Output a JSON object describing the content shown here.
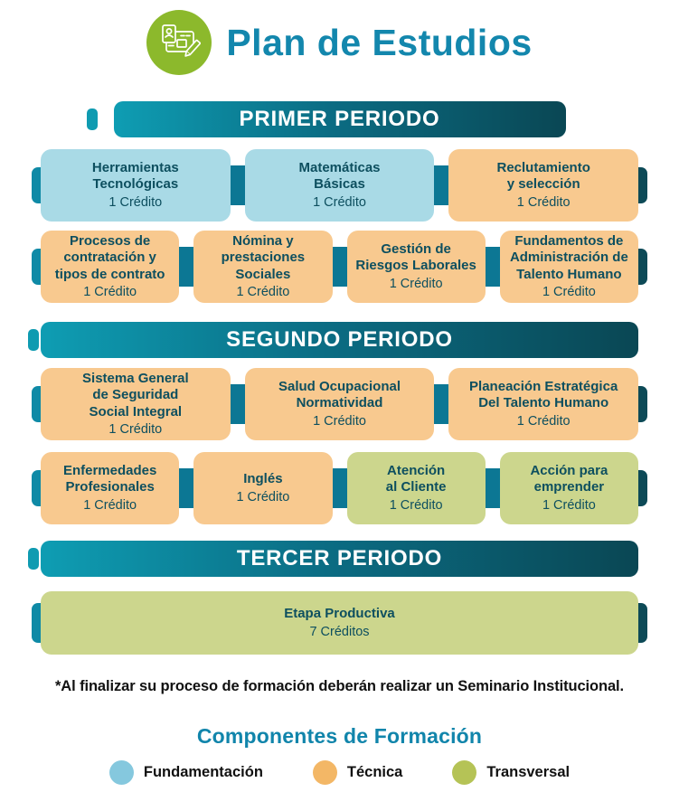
{
  "header": {
    "title": "Plan de Estudios",
    "icon": "study-plan-clipboard-pencil-icon"
  },
  "colors": {
    "accent_teal": "#1387ad",
    "banner_gradient_start": "#0e9db3",
    "banner_gradient_end": "#0a4754",
    "course_text": "#0d4f5f",
    "connector": "#0c7794",
    "edge_tab_left": "#0f8aa6",
    "edge_tab_right": "#0d4a57",
    "icon_circle_green": "#8cb92c",
    "fundamentacion": "#a9dae6",
    "tecnica": "#f8c98f",
    "transversal": "#ccd68d"
  },
  "periods": [
    {
      "title": "PRIMER PERIODO",
      "rows": [
        {
          "courses": [
            {
              "name": "Herramientas\nTecnológicas",
              "credits": "1 Crédito",
              "component": "fundamentacion"
            },
            {
              "name": "Matemáticas\nBásicas",
              "credits": "1 Crédito",
              "component": "fundamentacion"
            },
            {
              "name": "Reclutamiento\ny selección",
              "credits": "1 Crédito",
              "component": "tecnica"
            }
          ]
        },
        {
          "courses": [
            {
              "name": "Procesos de\ncontratación y\ntipos de contrato",
              "credits": "1 Crédito",
              "component": "tecnica"
            },
            {
              "name": "Nómina y\nprestaciones\nSociales",
              "credits": "1 Crédito",
              "component": "tecnica"
            },
            {
              "name": "Gestión de\nRiesgos Laborales",
              "credits": "1 Crédito",
              "component": "tecnica"
            },
            {
              "name": "Fundamentos de\nAdministración de\nTalento Humano",
              "credits": "1 Crédito",
              "component": "tecnica"
            }
          ]
        }
      ]
    },
    {
      "title": "SEGUNDO PERIODO",
      "rows": [
        {
          "courses": [
            {
              "name": "Sistema General\nde Seguridad\nSocial Integral",
              "credits": "1 Crédito",
              "component": "tecnica"
            },
            {
              "name": "Salud Ocupacional\nNormatividad",
              "credits": "1 Crédito",
              "component": "tecnica"
            },
            {
              "name": "Planeación Estratégica\nDel Talento Humano",
              "credits": "1 Crédito",
              "component": "tecnica"
            }
          ]
        },
        {
          "courses": [
            {
              "name": "Enfermedades\nProfesionales",
              "credits": "1 Crédito",
              "component": "tecnica"
            },
            {
              "name": "Inglés",
              "credits": "1 Crédito",
              "component": "tecnica"
            },
            {
              "name": "Atención\nal Cliente",
              "credits": "1 Crédito",
              "component": "transversal"
            },
            {
              "name": "Acción para\nemprender",
              "credits": "1 Crédito",
              "component": "transversal"
            }
          ]
        }
      ]
    },
    {
      "title": "TERCER PERIODO",
      "rows": [
        {
          "courses": [
            {
              "name": "Etapa Productiva",
              "credits": "7 Créditos",
              "component": "transversal"
            }
          ]
        }
      ]
    }
  ],
  "footnote": "*Al finalizar su proceso de formación deberán realizar un Seminario Institucional.",
  "legend": {
    "title": "Componentes de Formación",
    "items": [
      {
        "label": "Fundamentación",
        "color": "#85c8de"
      },
      {
        "label": "Técnica",
        "color": "#f3b766"
      },
      {
        "label": "Transversal",
        "color": "#b5c356"
      }
    ]
  }
}
